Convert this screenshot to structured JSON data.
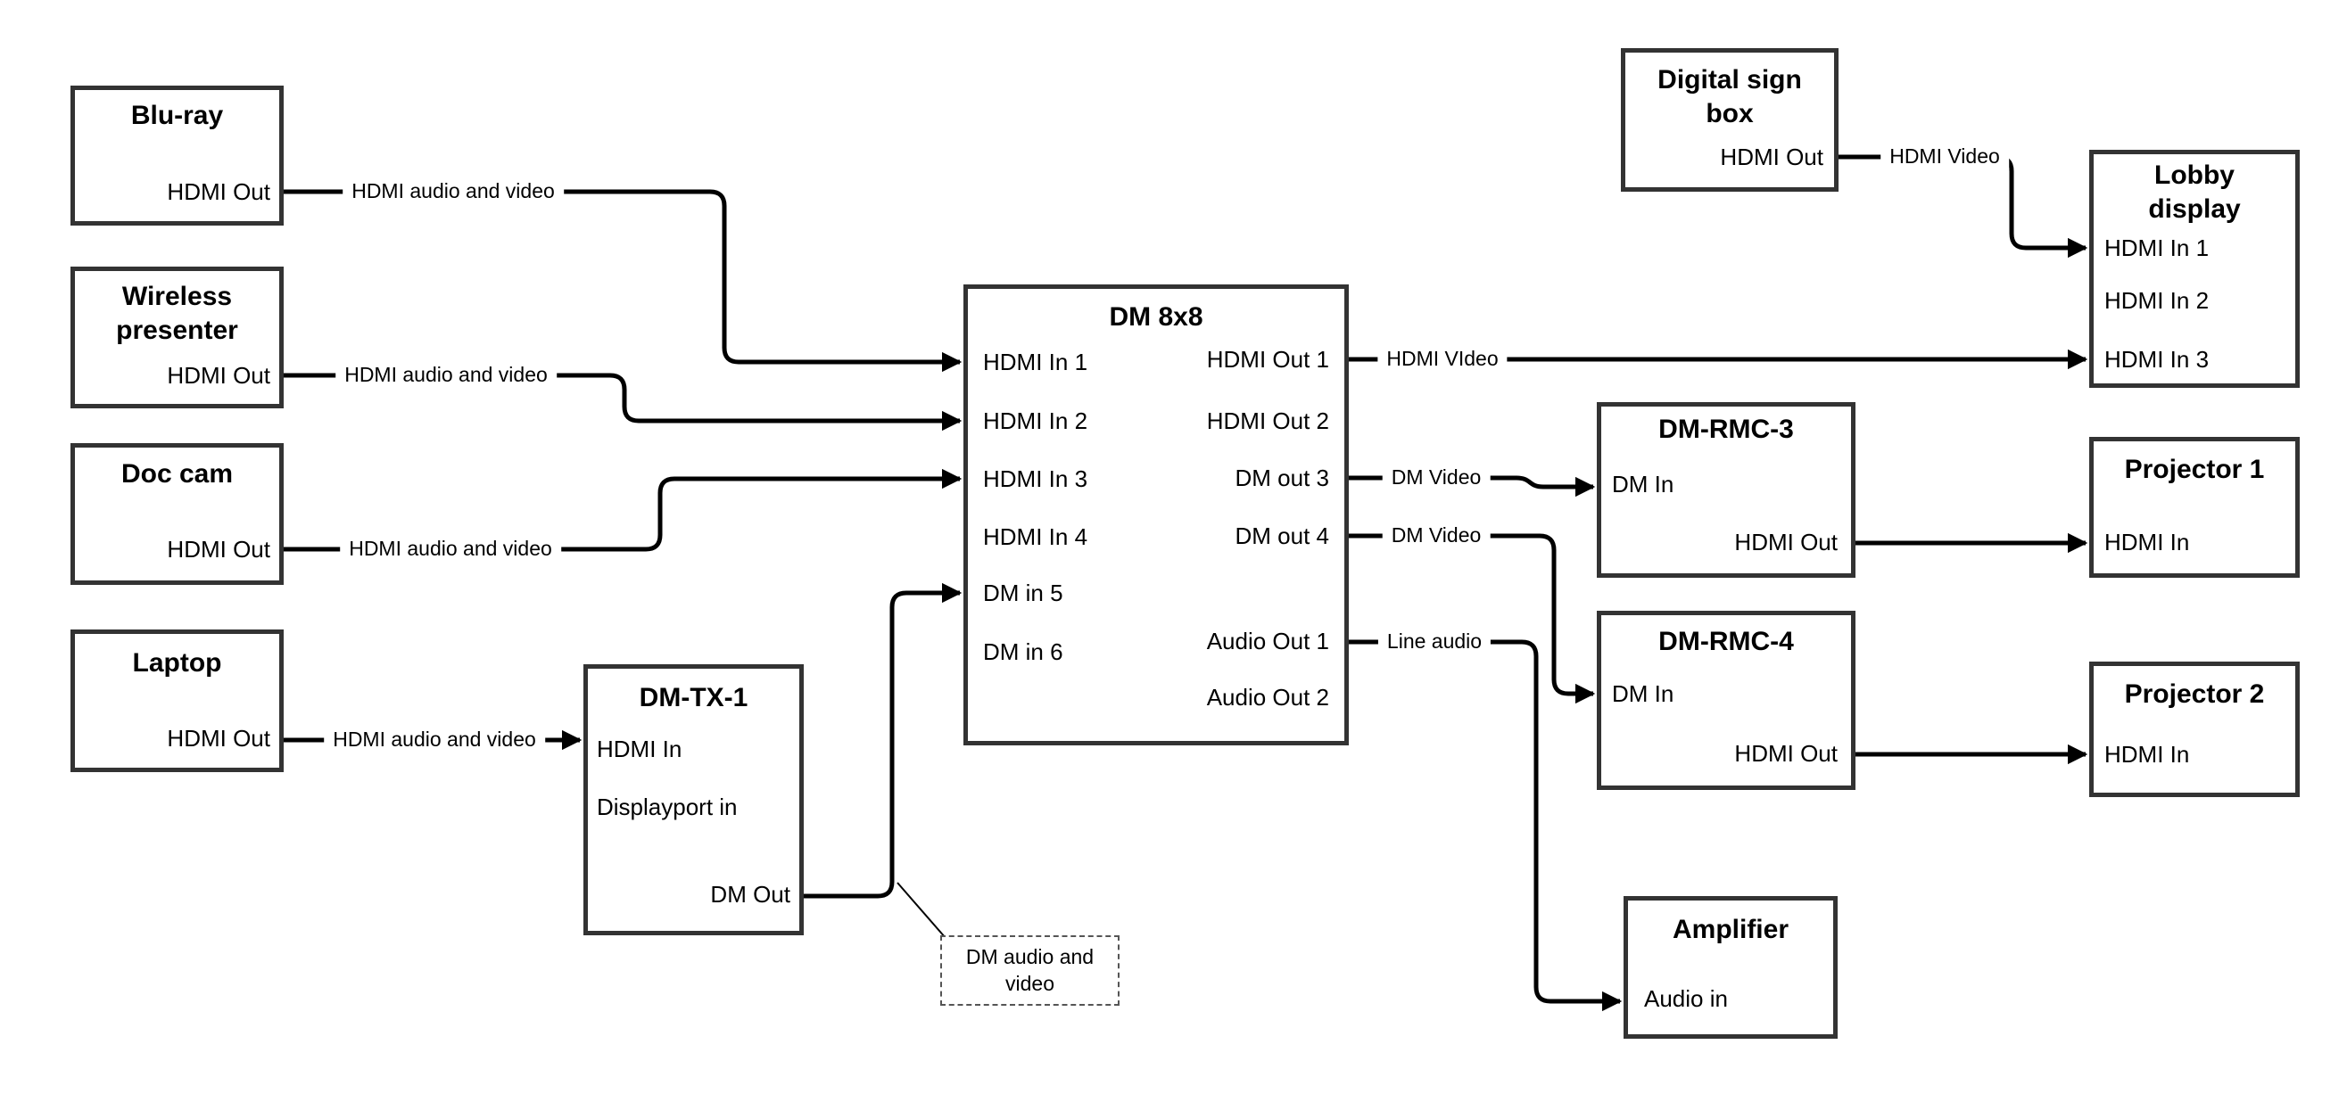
{
  "boxes": {
    "bluray": {
      "title": "Blu-ray",
      "ports": {
        "hdmi_out": "HDMI Out"
      }
    },
    "wireless_presenter": {
      "title": "Wireless\npresenter",
      "ports": {
        "hdmi_out": "HDMI Out"
      }
    },
    "doc_cam": {
      "title": "Doc cam",
      "ports": {
        "hdmi_out": "HDMI Out"
      }
    },
    "laptop": {
      "title": "Laptop",
      "ports": {
        "hdmi_out": "HDMI Out"
      }
    },
    "dm_tx_1": {
      "title": "DM-TX-1",
      "ports": {
        "hdmi_in": "HDMI In",
        "displayport_in": "Displayport in",
        "dm_out": "DM Out"
      }
    },
    "dm_8x8": {
      "title": "DM 8x8",
      "ports_left": [
        "HDMI In 1",
        "HDMI In 2",
        "HDMI In 3",
        "HDMI In 4",
        "DM in 5",
        "DM in 6"
      ],
      "ports_right": [
        "HDMI Out 1",
        "HDMI Out 2",
        "DM out 3",
        "DM out 4",
        "Audio Out 1",
        "Audio Out 2"
      ]
    },
    "digital_sign_box": {
      "title": "Digital sign\nbox",
      "ports": {
        "hdmi_out": "HDMI Out"
      }
    },
    "lobby_display": {
      "title": "Lobby\ndisplay",
      "ports": [
        "HDMI In 1",
        "HDMI In 2",
        "HDMI In 3"
      ]
    },
    "dm_rmc_3": {
      "title": "DM-RMC-3",
      "ports": {
        "dm_in": "DM In",
        "hdmi_out": "HDMI Out"
      }
    },
    "projector_1": {
      "title": "Projector 1",
      "ports": {
        "hdmi_in": "HDMI In"
      }
    },
    "dm_rmc_4": {
      "title": "DM-RMC-4",
      "ports": {
        "dm_in": "DM In",
        "hdmi_out": "HDMI Out"
      }
    },
    "projector_2": {
      "title": "Projector 2",
      "ports": {
        "hdmi_in": "HDMI In"
      }
    },
    "amplifier": {
      "title": "Amplifier",
      "ports": {
        "audio_in": "Audio in"
      }
    }
  },
  "wire_labels": {
    "bluray_to_dm8x8": "HDMI audio and video",
    "wireless_to_dm8x8": "HDMI audio and video",
    "doc_cam_to_dm8x8": "HDMI audio and video",
    "laptop_to_dm_tx_1": "HDMI audio and video",
    "hdmi_out_1_to_lobby": "HDMI VIdeo",
    "dm_out_3_to_rmc3": "DM Video",
    "dm_out_4_to_rmc4": "DM Video",
    "audio_out_1_to_amp": "Line audio",
    "digital_sign_to_lobby": "HDMI Video"
  },
  "callout": {
    "text": "DM audio and\nvideo"
  },
  "colors": {
    "background": "#ffffff",
    "wire": "#000000",
    "box_border": "#333333",
    "text": "#000000"
  }
}
